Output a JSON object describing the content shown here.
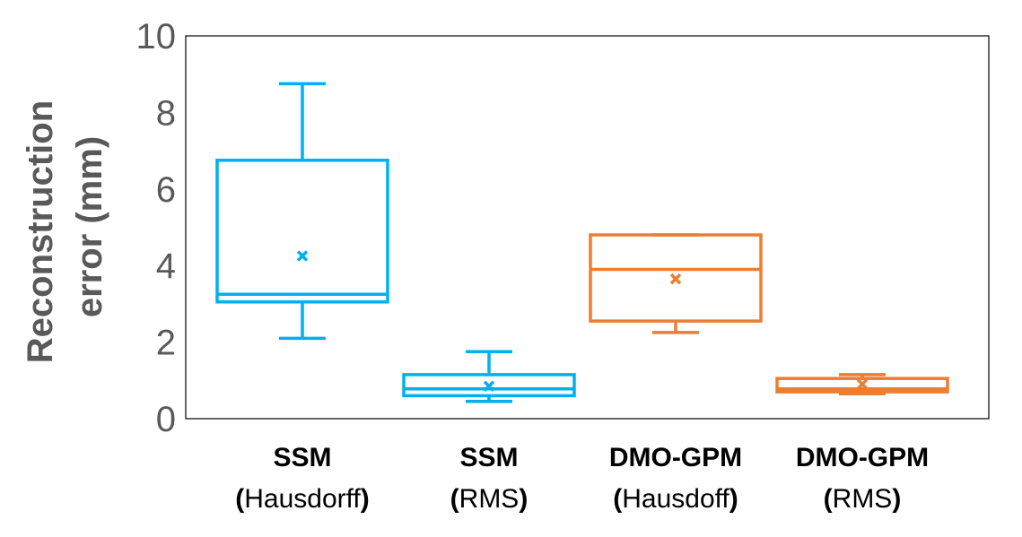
{
  "chart_data": {
    "type": "box",
    "ylabel": [
      "Reconstruction",
      "error (mm)"
    ],
    "ylim": [
      0,
      10
    ],
    "yticks": [
      0,
      2,
      4,
      6,
      8,
      10
    ],
    "grid": false,
    "categories": [
      {
        "name": "SSM",
        "metric": "Hausdorff",
        "color": "#00b0f0",
        "min": 2.1,
        "q1": 3.05,
        "median": 3.25,
        "q3": 6.75,
        "max": 8.75,
        "mean": 4.25
      },
      {
        "name": "SSM",
        "metric": "RMS",
        "color": "#00b0f0",
        "min": 0.45,
        "q1": 0.6,
        "median": 0.78,
        "q3": 1.15,
        "max": 1.75,
        "mean": 0.85
      },
      {
        "name": "DMO-GPM",
        "metric": "Hausdoff",
        "color": "#ed7d31",
        "min": 2.25,
        "q1": 2.55,
        "median": 3.9,
        "q3": 4.8,
        "max": 4.8,
        "mean": 3.65
      },
      {
        "name": "DMO-GPM",
        "metric": "RMS",
        "color": "#ed7d31",
        "min": 0.65,
        "q1": 0.7,
        "median": 0.78,
        "q3": 1.05,
        "max": 1.15,
        "mean": 0.9
      }
    ]
  }
}
